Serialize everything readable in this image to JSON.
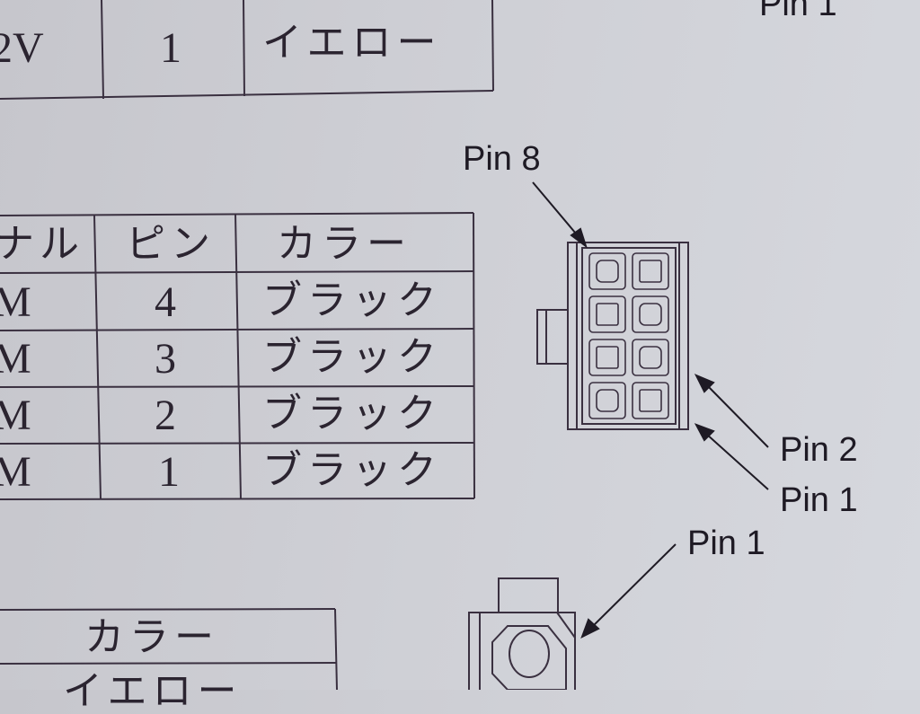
{
  "top_table": {
    "cells": [
      "2V",
      "1",
      "イエロー"
    ]
  },
  "mid_table": {
    "headers": [
      "ナル",
      "ピン",
      "カラー"
    ],
    "rows": [
      {
        "signal": "M",
        "pin": "4",
        "color": "ブラック"
      },
      {
        "signal": "M",
        "pin": "3",
        "color": "ブラック"
      },
      {
        "signal": "M",
        "pin": "2",
        "color": "ブラック"
      },
      {
        "signal": "M",
        "pin": "1",
        "color": "ブラック"
      }
    ]
  },
  "bottom_table": {
    "header": "カラー",
    "row": "イエロー"
  },
  "labels": {
    "top_right_pin": "Pin 1",
    "pin8": "Pin 8",
    "pin2": "Pin 2",
    "pin1_side": "Pin 1",
    "pin1_bottom": "Pin 1"
  }
}
